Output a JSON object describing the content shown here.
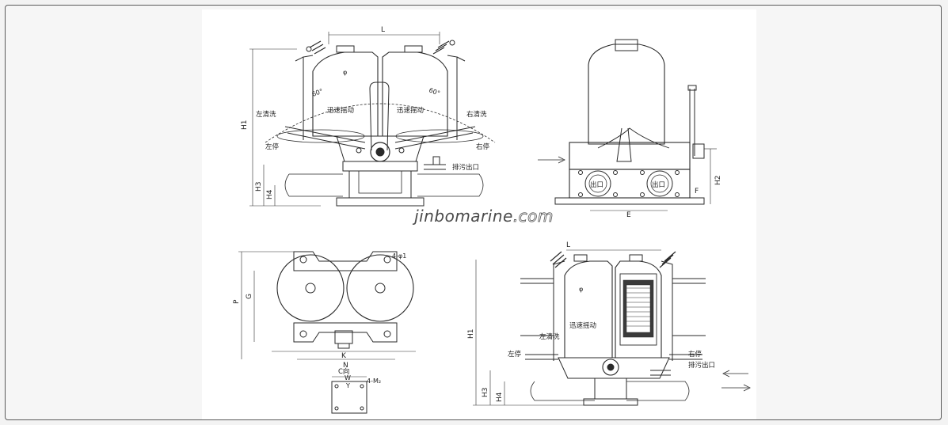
{
  "watermark": {
    "main": "jinbomarine",
    "suffix": ".com"
  },
  "front_view": {
    "dim_L": "L",
    "dim_H1": "H1",
    "dim_H3": "H3",
    "dim_H4": "H4",
    "angle_left": "60°",
    "angle_right": "60°",
    "phi": "φ",
    "rapid_shake_left": "迅速摇动",
    "rapid_shake_right": "迅速摇动",
    "clean_left": "左清洗",
    "clean_right": "右清洗",
    "stop_left": "左停",
    "stop_right": "右停",
    "drain_outlet": "排污出口"
  },
  "side_view": {
    "dim_H2": "H2",
    "dim_E": "E",
    "dim_F": "F",
    "outlet_left": "出口",
    "outlet_right": "出口"
  },
  "top_view": {
    "holes": "4-φ1",
    "dim_P": "P",
    "dim_G": "G",
    "dim_K": "K",
    "dim_N": "N",
    "view_c": "C向",
    "dim_W": "W",
    "dim_Y": "Y",
    "bolts": "4-M₂"
  },
  "section_view": {
    "dim_L": "L",
    "dim_H1": "H1",
    "dim_H3": "H3",
    "dim_H4": "H4",
    "phi": "φ",
    "rapid_shake": "迅速摇动",
    "clean_left": "左清洗",
    "stop_left": "左停",
    "stop_right": "右停",
    "drain_outlet": "排污出口"
  }
}
